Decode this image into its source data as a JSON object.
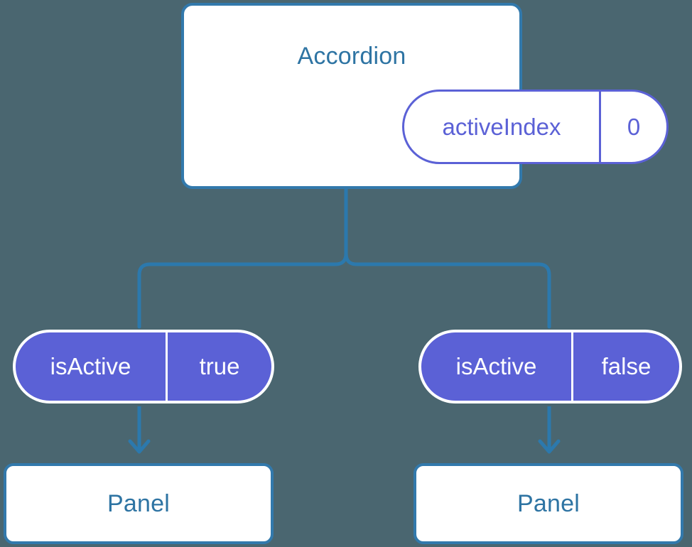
{
  "diagram": {
    "type": "component-state-tree",
    "background_color": "#4a6670",
    "accent_blue": "#3279ac",
    "accent_purple": "#5b61d6",
    "title_color": "#2e74a3",
    "root": {
      "title": "Accordion",
      "state": {
        "label": "activeIndex",
        "value": "0"
      }
    },
    "branches": [
      {
        "state": {
          "label": "isActive",
          "value": "true"
        },
        "child": {
          "title": "Panel"
        }
      },
      {
        "state": {
          "label": "isActive",
          "value": "false"
        },
        "child": {
          "title": "Panel"
        }
      }
    ]
  }
}
